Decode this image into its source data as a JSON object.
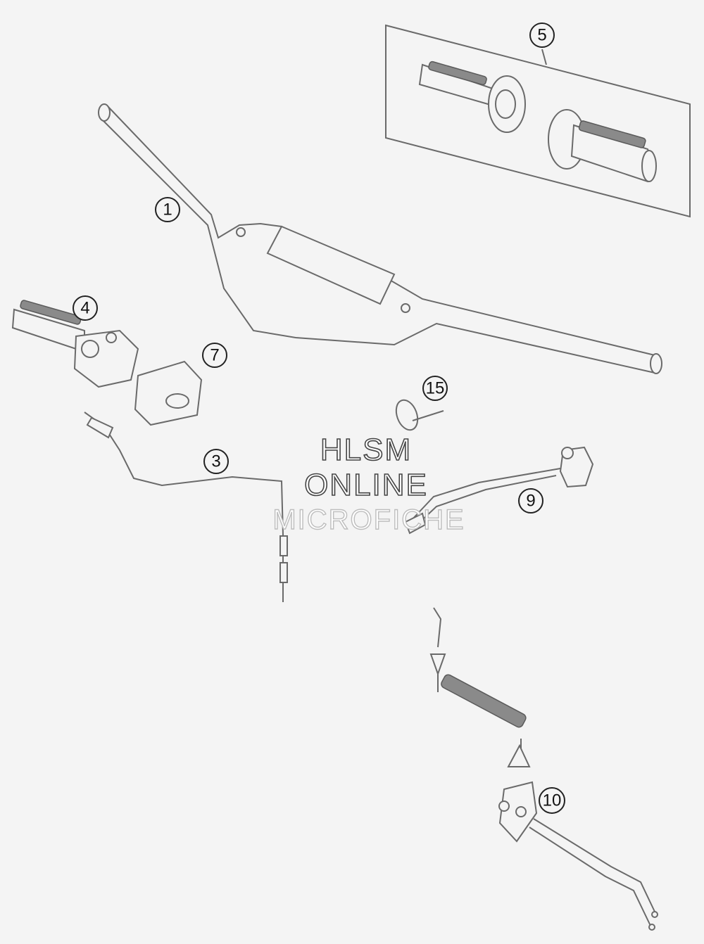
{
  "callouts": {
    "handlebar": "1",
    "throttle_cable": "3",
    "throttle_grip": "4",
    "grip_set": "5",
    "throttle_cover": "7",
    "kill_switch": "9",
    "lanyard_switch": "10",
    "cable_tie": "15"
  },
  "watermark": {
    "line1": "HLSM",
    "line2": "ONLINE",
    "line3": "MICROFICHE"
  }
}
